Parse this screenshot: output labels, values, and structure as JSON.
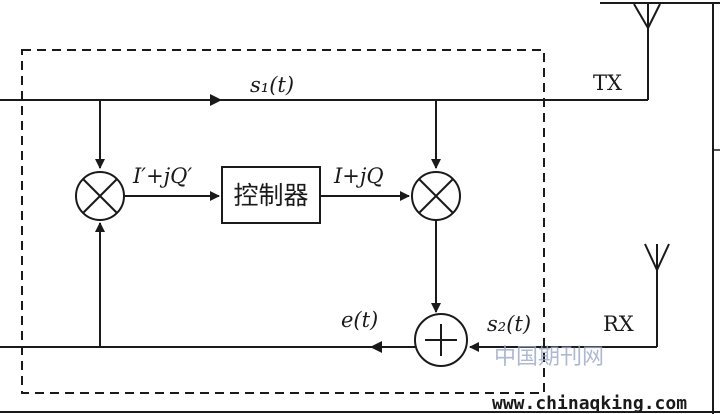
{
  "labels": {
    "s1": "s₁(t)",
    "tx": "TX",
    "rx": "RX",
    "iq_prime": "I′+jQ′",
    "controller": "控制器",
    "iq": "I+jQ",
    "e": "e(t)",
    "s2": "s₂(t)"
  },
  "watermark": {
    "cn": "中国期刊网",
    "url": "www.chinaqking.com"
  },
  "colors": {
    "line": "#1a1a1a",
    "watermark": "#9aa7c8",
    "background": "#ffffff"
  }
}
